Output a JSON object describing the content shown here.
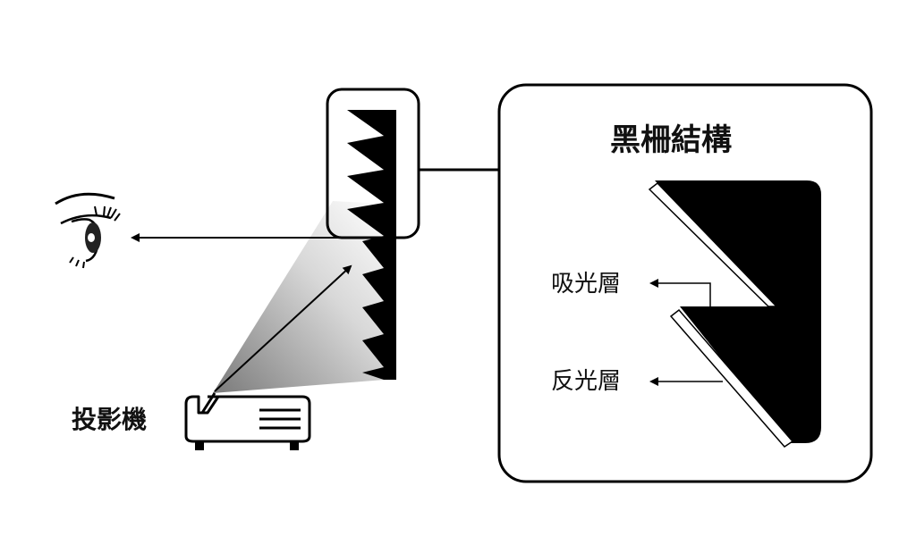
{
  "labels": {
    "projector": "投影機",
    "detail_title": "黑柵結構",
    "absorb_layer": "吸光層",
    "reflect_layer": "反光層"
  },
  "colors": {
    "ink": "#000000",
    "paper": "#ffffff",
    "beam_light": "#ffffff",
    "beam_dark": "#8a8a8a"
  },
  "icons": {
    "viewer": "eye-icon",
    "source": "projector-icon"
  }
}
